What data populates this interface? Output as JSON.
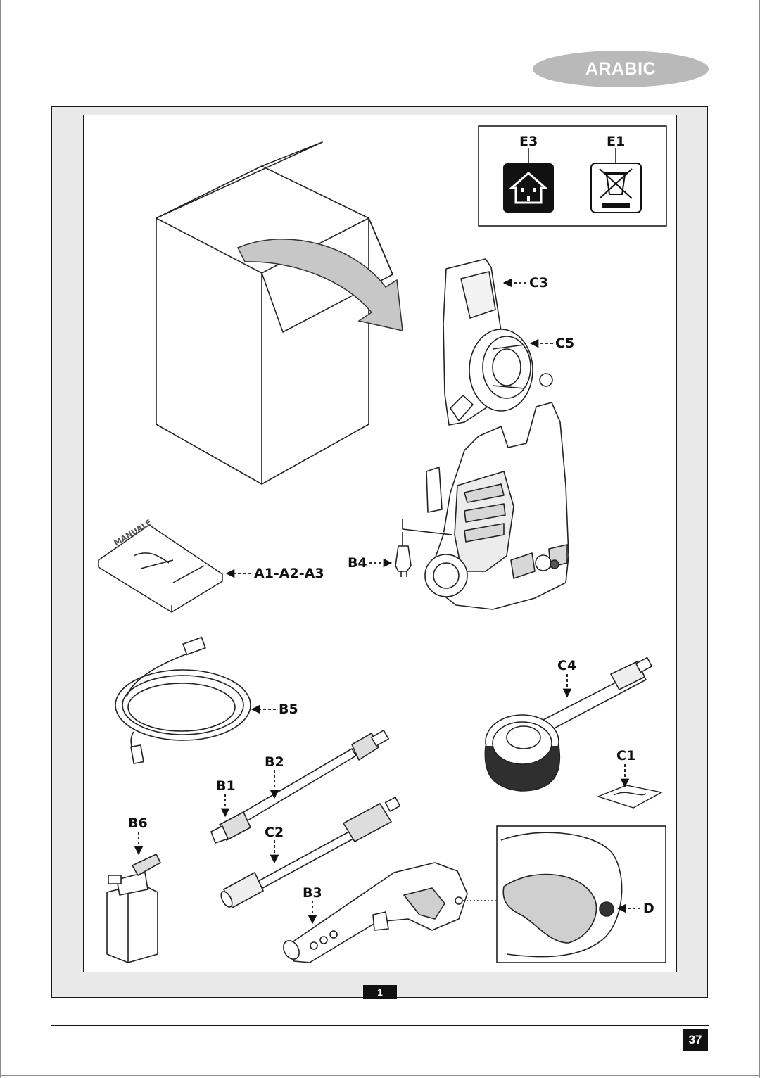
{
  "header": {
    "language_tab": "ARABIC"
  },
  "symbols": [
    {
      "label": "E3",
      "icon": "house-plug-icon"
    },
    {
      "label": "E1",
      "icon": "crossed-bin-icon"
    }
  ],
  "parts": {
    "manual": "A1-A2-A3",
    "plug": "B4",
    "handle": "C3",
    "hose_reel": "C5",
    "hose": "B5",
    "brush": "C4",
    "lance_top": "B2",
    "lance_bottom": "B1",
    "detergent_bottle": "B6",
    "nozzle_lance": "C2",
    "sachet": "C1",
    "spray_gun": "B3",
    "gun_detail": "D"
  },
  "manual_cover_text": "MANUALE",
  "figure_number": "1",
  "footer": {
    "page_number": "37"
  }
}
